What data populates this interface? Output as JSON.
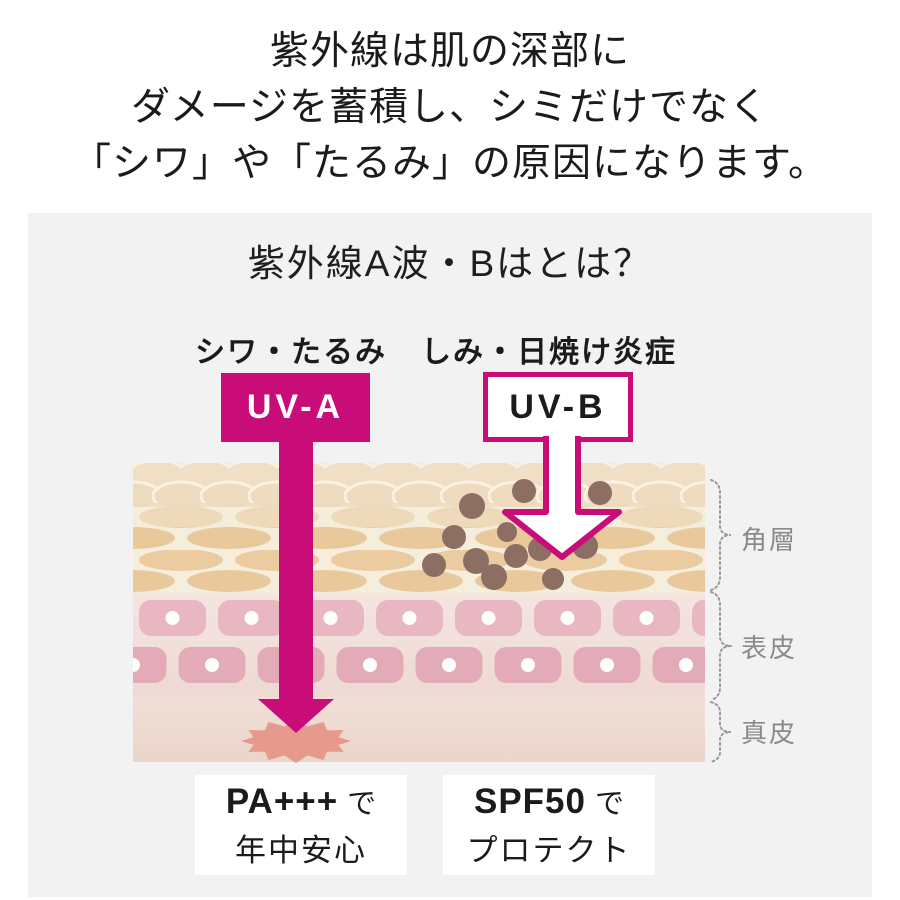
{
  "headline": {
    "line1": "紫外線は肌の深部に",
    "line2": "ダメージを蓄積し、シミだけでなく",
    "line3": "「シワ」や「たるみ」の原因になります。"
  },
  "panel": {
    "title": "紫外線A波・Bはとは？",
    "uva": {
      "effect_label": "シワ・たるみ",
      "badge": "UV-A",
      "protection_strong": "PA+++",
      "protection_particle": "で",
      "protection_line2": "年中安心"
    },
    "uvb": {
      "effect_label": "しみ・日焼け炎症",
      "badge": "UV-B",
      "protection_strong": "SPF50",
      "protection_particle": "で",
      "protection_line2": "プロテクト"
    },
    "skin_layers": {
      "layer1": "角層",
      "layer2": "表皮",
      "layer3": "真皮"
    }
  },
  "colors": {
    "accent_magenta": "#c90d78",
    "panel_background": "#f2f2f2",
    "text_primary": "#1b1b1b",
    "layer_label_gray": "#8a8a8a",
    "melanin_brown": "#8d6e62",
    "damage_salmon": "#e69a8d"
  }
}
